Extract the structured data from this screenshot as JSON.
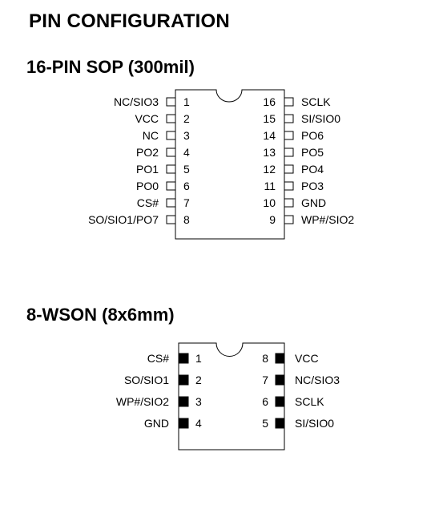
{
  "page_title": "PIN CONFIGURATION",
  "sop": {
    "title": "16-PIN SOP (300mil)",
    "left_pins": [
      {
        "num": "1",
        "name": "NC/SIO3"
      },
      {
        "num": "2",
        "name": "VCC"
      },
      {
        "num": "3",
        "name": "NC"
      },
      {
        "num": "4",
        "name": "PO2"
      },
      {
        "num": "5",
        "name": "PO1"
      },
      {
        "num": "6",
        "name": "PO0"
      },
      {
        "num": "7",
        "name": "CS#"
      },
      {
        "num": "8",
        "name": "SO/SIO1/PO7"
      }
    ],
    "right_pins": [
      {
        "num": "16",
        "name": "SCLK"
      },
      {
        "num": "15",
        "name": "SI/SIO0"
      },
      {
        "num": "14",
        "name": "PO6"
      },
      {
        "num": "13",
        "name": "PO5"
      },
      {
        "num": "12",
        "name": "PO4"
      },
      {
        "num": "11",
        "name": "PO3"
      },
      {
        "num": "10",
        "name": "GND"
      },
      {
        "num": "9",
        "name": "WP#/SIO2"
      }
    ]
  },
  "wson": {
    "title": "8-WSON (8x6mm)",
    "left_pins": [
      {
        "num": "1",
        "name": "CS#"
      },
      {
        "num": "2",
        "name": "SO/SIO1"
      },
      {
        "num": "3",
        "name": "WP#/SIO2"
      },
      {
        "num": "4",
        "name": "GND"
      }
    ],
    "right_pins": [
      {
        "num": "8",
        "name": "VCC"
      },
      {
        "num": "7",
        "name": "NC/SIO3"
      },
      {
        "num": "6",
        "name": "SCLK"
      },
      {
        "num": "5",
        "name": "SI/SIO0"
      }
    ]
  }
}
